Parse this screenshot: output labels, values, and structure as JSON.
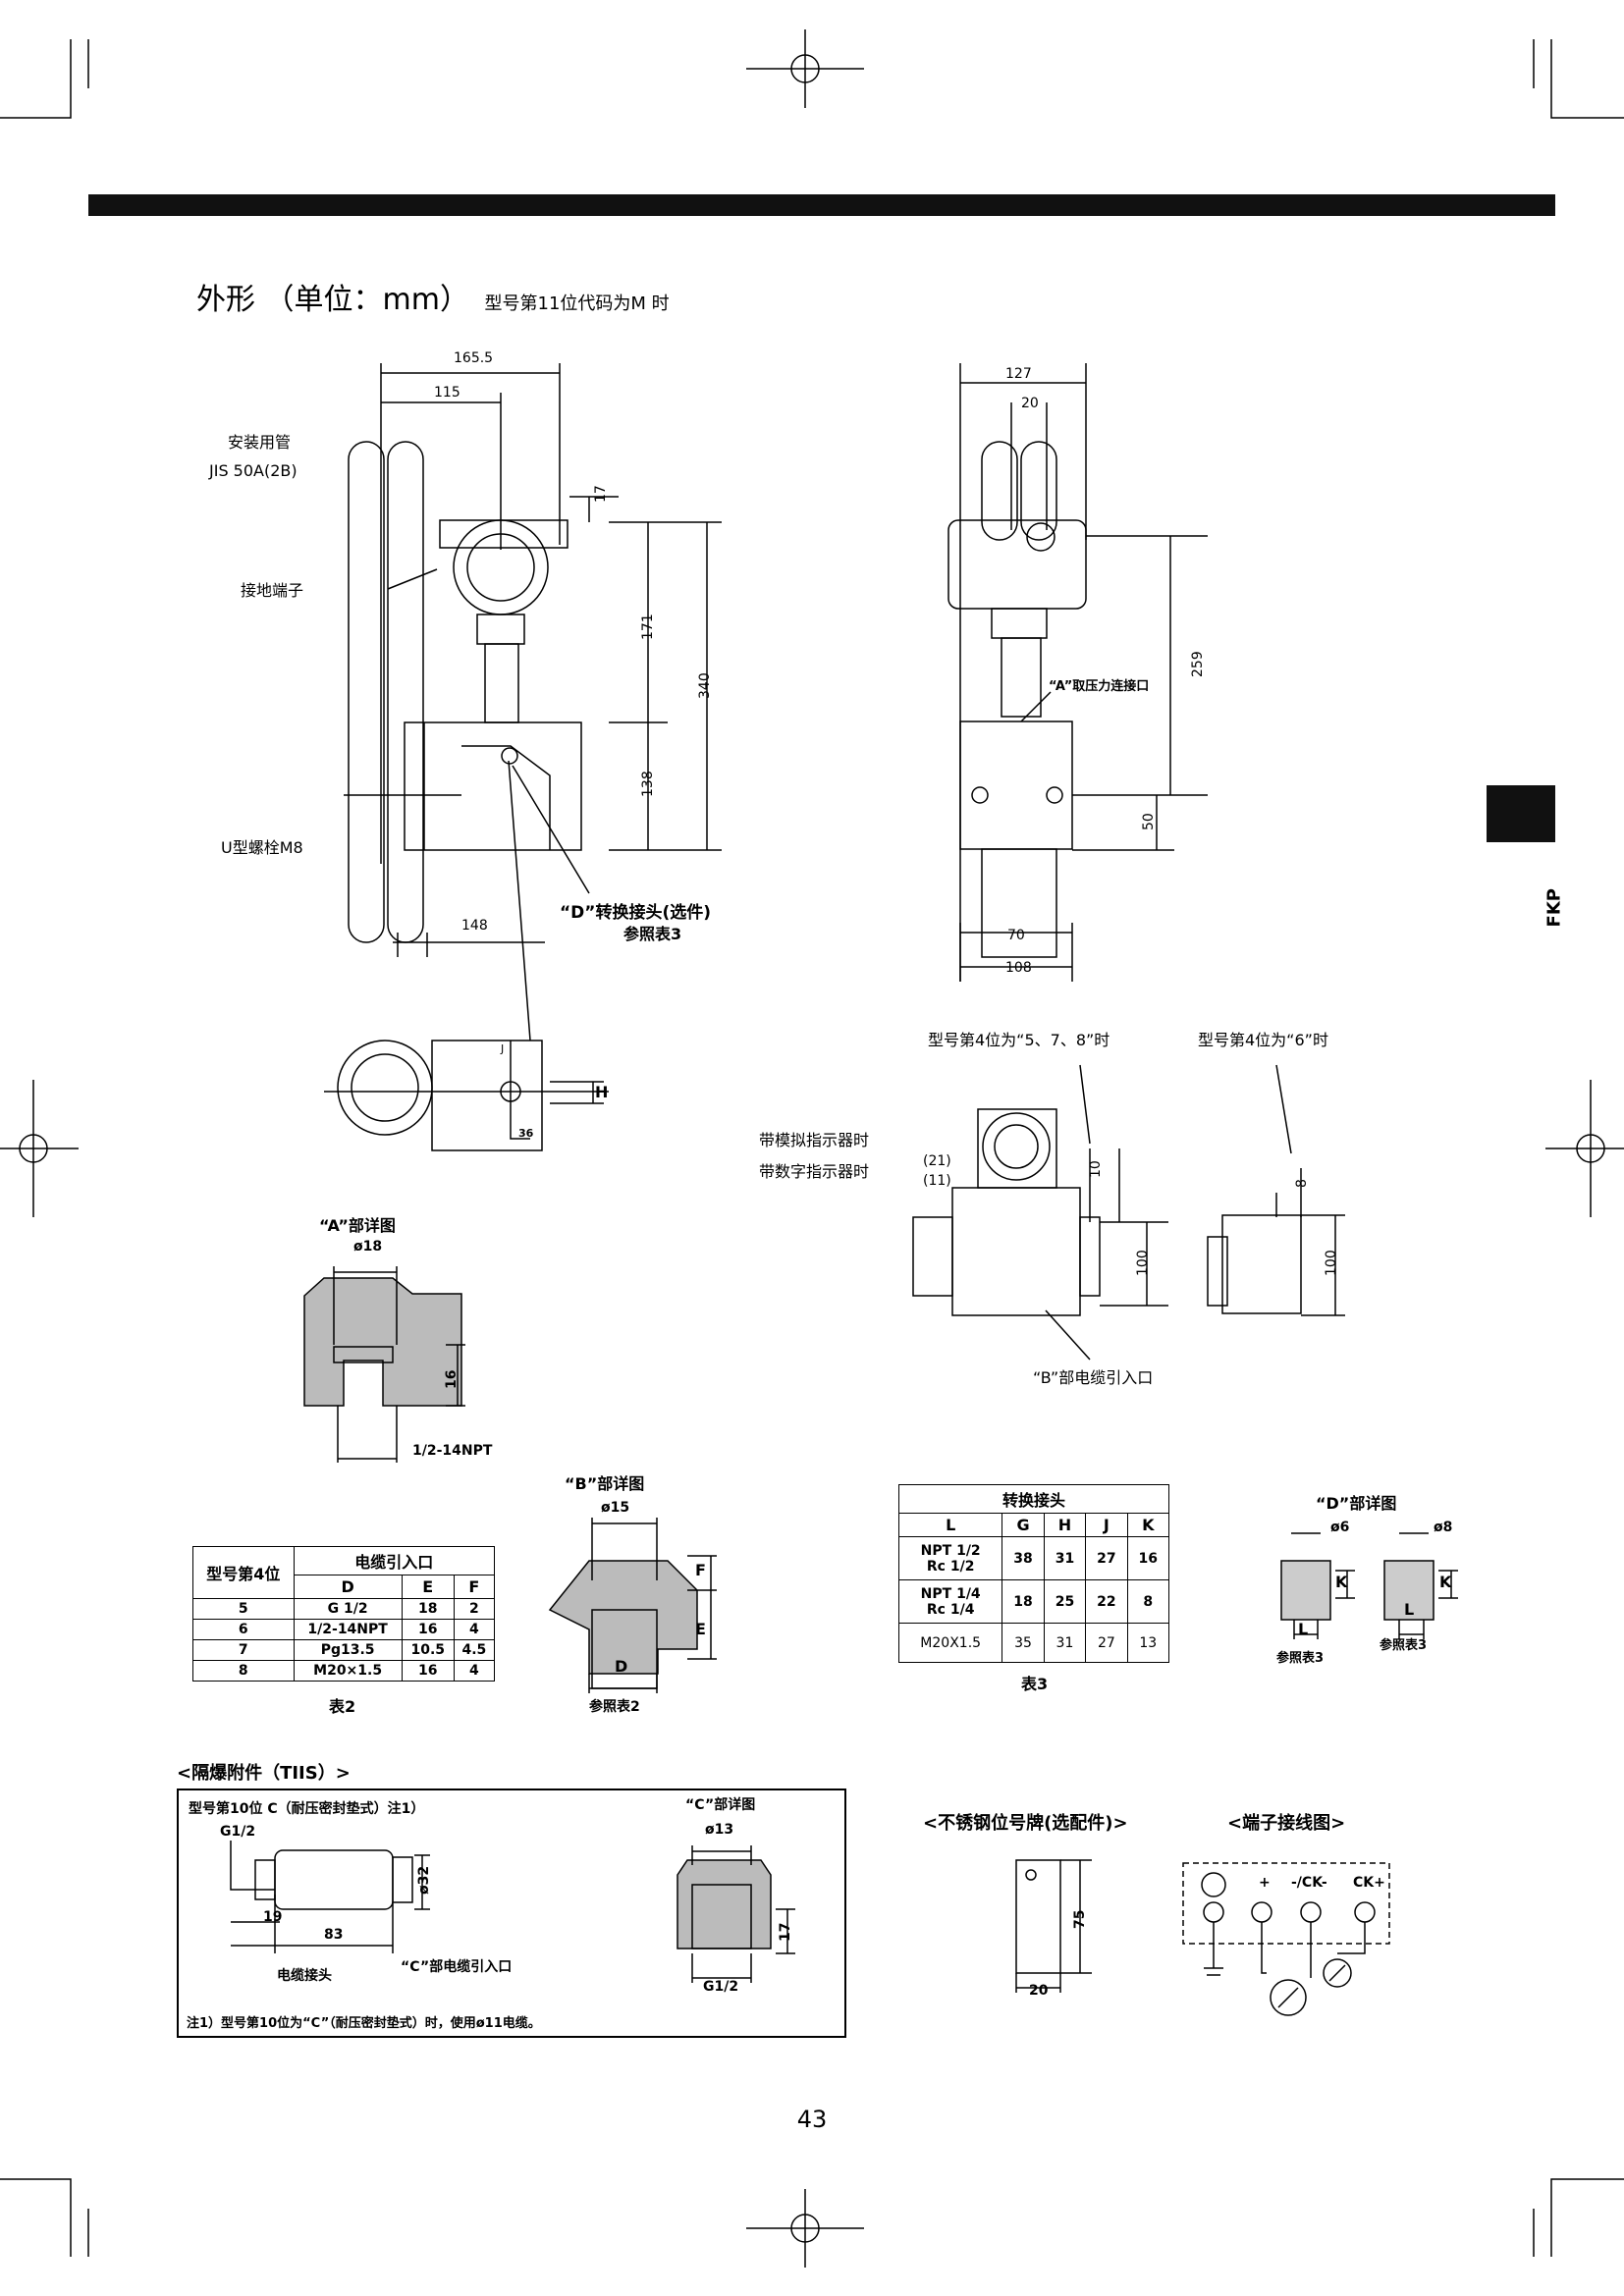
{
  "heading": {
    "title": "外形 （单位：mm）",
    "subtitle": "型号第11位代码为M 时"
  },
  "side_tab": {
    "label": "FKP"
  },
  "front_view": {
    "labels": {
      "pipe": "安装用管",
      "pipe_spec": "JIS 50A(2B)",
      "ground": "接地端子",
      "ubolt": "U型螺栓M8",
      "adapter": "“D”转换接头(选件)",
      "adapter_ref": "参照表3"
    },
    "dims": {
      "d165": "165.5",
      "d115": "115",
      "d17": "17",
      "d171": "171",
      "d340": "340",
      "d138": "138",
      "d148": "148"
    }
  },
  "side_view": {
    "labels": {
      "a_port": "“A”取压力连接口"
    },
    "dims": {
      "d127": "127",
      "d20": "20",
      "d259": "259",
      "d50": "50",
      "d70": "70",
      "d108": "108"
    }
  },
  "top_view": {
    "dims": {
      "h": "H",
      "j": "J",
      "d36": "36"
    }
  },
  "detail_a": {
    "title": "“A”部详图",
    "d18": "ø18",
    "d16": "16",
    "thread": "1/2-14NPT"
  },
  "indicator_views": {
    "label_578": "型号第4位为“5、7、8”时",
    "label_6": "型号第4位为“6”时",
    "analog": "带模拟指示器时",
    "digital": "带数字指示器时",
    "d21": "(21)",
    "d11": "(11)",
    "d10": "10",
    "d100a": "100",
    "d8": "8",
    "d100b": "100",
    "b_entry": "“B”部电缆引入口"
  },
  "table2": {
    "title_col": "型号第4位",
    "group": "电缆引入口",
    "cols": [
      "D",
      "E",
      "F"
    ],
    "rows": [
      [
        "5",
        "G 1/2",
        "18",
        "2"
      ],
      [
        "6",
        "1/2-14NPT",
        "16",
        "4"
      ],
      [
        "7",
        "Pg13.5",
        "10.5",
        "4.5"
      ],
      [
        "8",
        "M20×1.5",
        "16",
        "4"
      ]
    ],
    "caption": "表2"
  },
  "detail_b": {
    "title": "“B”部详图",
    "d15": "ø15",
    "f": "F",
    "e": "E",
    "d": "D",
    "ref": "参照表2"
  },
  "table3": {
    "title": "转换接头",
    "cols": [
      "L",
      "G",
      "H",
      "J",
      "K"
    ],
    "rows": [
      [
        "NPT 1/2\nRc 1/2",
        "38",
        "31",
        "27",
        "16"
      ],
      [
        "NPT 1/4\nRc 1/4",
        "18",
        "25",
        "22",
        "8"
      ],
      [
        "M20X1.5",
        "35",
        "31",
        "27",
        "13"
      ]
    ],
    "caption": "表3"
  },
  "detail_d": {
    "title": "“D”部详图",
    "d6": "ø6",
    "d8": "ø8",
    "k1": "K",
    "k2": "K",
    "l1": "L",
    "l2": "L",
    "ref1": "参照表3",
    "ref2": "参照表3"
  },
  "tiis": {
    "title": "<隔爆附件（TIIS）>",
    "line1": "型号第10位 C（耐压密封垫式）注1）",
    "g12": "G1/2",
    "d19": "19",
    "d83": "83",
    "d32": "ø32",
    "cable": "电缆接头",
    "c_entry": "“C”部电缆引入口",
    "c_title": "“C”部详图",
    "c_d13": "ø13",
    "c_17": "17",
    "c_g12": "G1/2",
    "note": "注1）型号第10位为“C”（耐压密封垫式）时，使用ø11电缆。"
  },
  "nameplate": {
    "title": "<不锈钢位号牌(选配件)>",
    "d75": "75",
    "d20": "20"
  },
  "terminal": {
    "title": "<端子接线图>",
    "plus": "+",
    "ck_minus": "-/CK-",
    "ck_plus": "CK+"
  },
  "page_number": "43"
}
